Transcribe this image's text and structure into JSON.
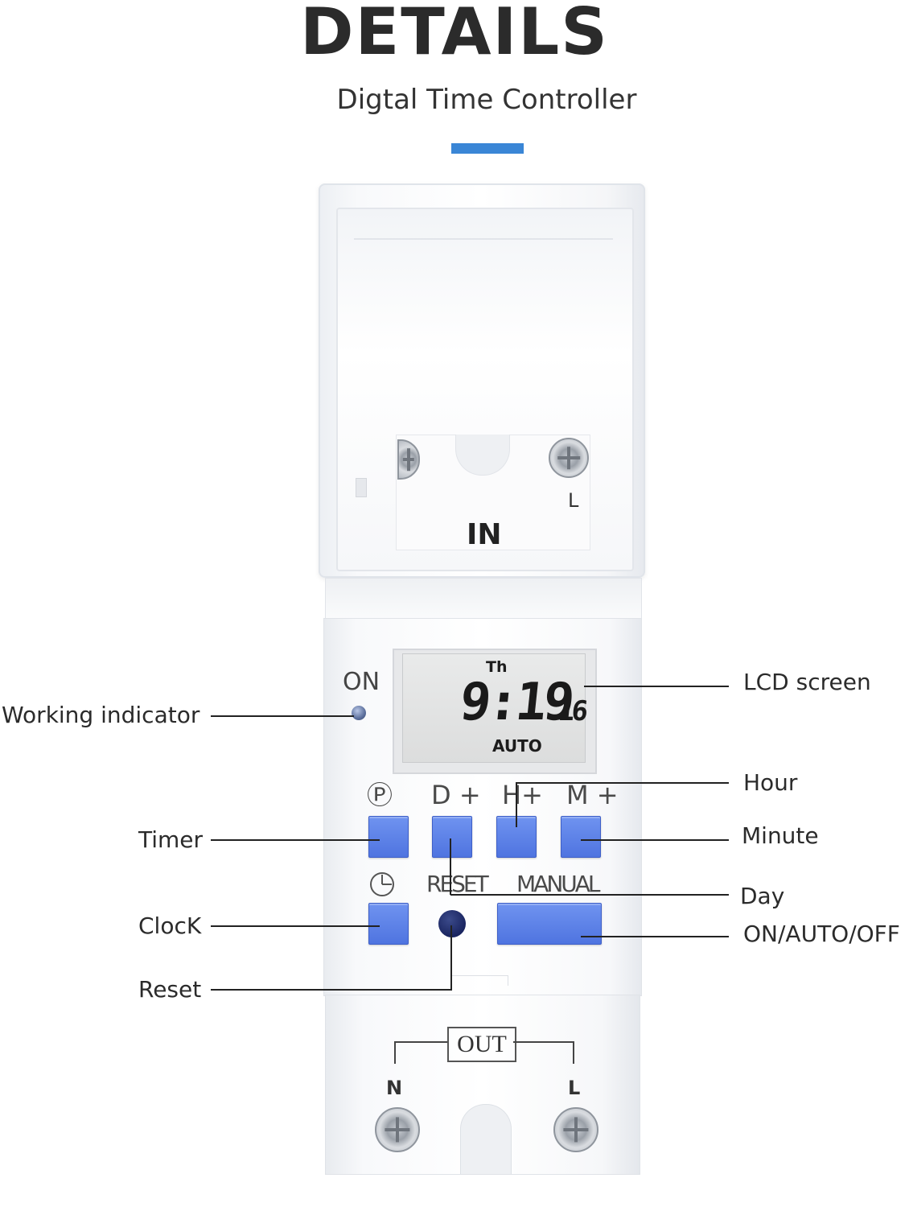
{
  "header": {
    "title": "DETAILS",
    "subtitle": "Digtal Time Controller"
  },
  "colors": {
    "accent": "#3a86d6",
    "button_blue": "#5a7fe6"
  },
  "device": {
    "cover": {
      "terminal_block_label": "IN",
      "terminal_letter": "L"
    },
    "indicator_label": "ON",
    "lcd": {
      "day": "Th",
      "time": "9:19",
      "seconds": "16",
      "mode": "AUTO"
    },
    "button_labels": {
      "timer": "Ⓟ",
      "day": "D +",
      "hour": "H+",
      "minute": "M +",
      "clock_icon": "clock-icon",
      "reset": "RESET",
      "manual": "MANUAL"
    },
    "output": {
      "label": "OUT",
      "left_terminal": "N",
      "right_terminal": "L"
    }
  },
  "annotations": {
    "working_indicator": "Working indicator",
    "lcd_screen": "LCD screen",
    "hour": "Hour",
    "timer": "Timer",
    "minute": "Minute",
    "day": "Day",
    "clock": "ClocK",
    "on_auto_off": "ON/AUTO/OFF",
    "reset": "Reset"
  }
}
